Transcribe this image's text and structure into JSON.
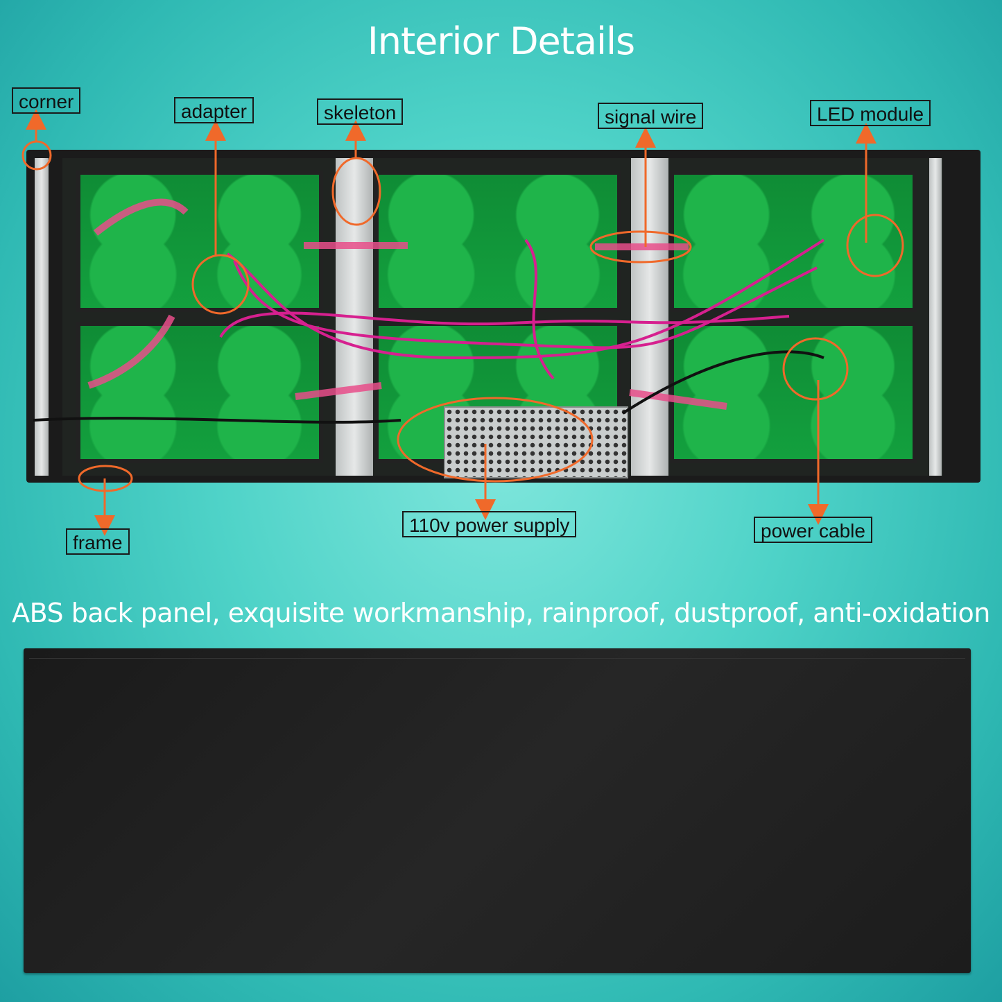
{
  "title": "Interior Details",
  "subtitle": "ABS back panel, exquisite workmanship, rainproof, dustproof, anti-oxidation",
  "labels": {
    "corner": "corner",
    "adapter": "adapter",
    "skeleton": "skeleton",
    "signal_wire": "signal wire",
    "led_module": "LED module",
    "frame": "frame",
    "power_supply": "110v power supply",
    "power_cable": "power cable"
  },
  "colors": {
    "annotation": "#f0692a",
    "background": "#4fd3c8",
    "pcb": "#13a03e"
  }
}
